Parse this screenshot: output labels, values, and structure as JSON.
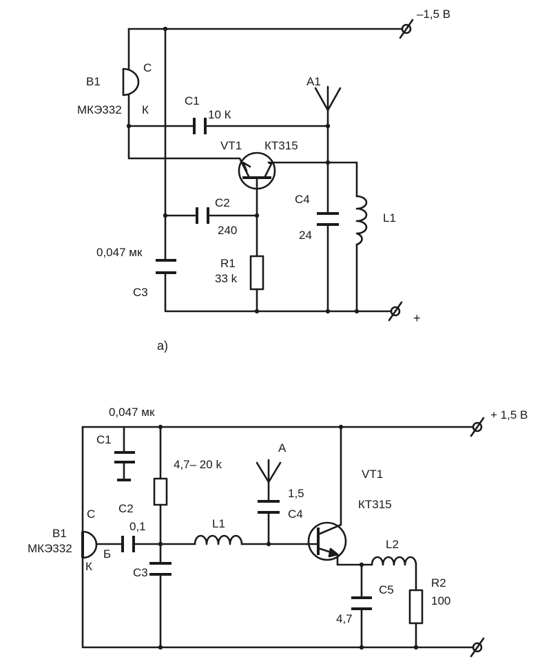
{
  "diagram_a": {
    "caption": "а)",
    "supply_minus": "–1,5 В",
    "supply_plus": "+",
    "mic_ref": "B1",
    "mic_model": "МКЭ332",
    "mic_pin_c": "С",
    "mic_pin_k": "К",
    "c1_ref": "C1",
    "c1_value": "10 К",
    "antenna_ref": "A1",
    "vt1_ref": "VT1",
    "vt1_model": "КТ315",
    "c2_ref": "C2",
    "c2_value": "240",
    "c4_ref": "C4",
    "c4_value": "24",
    "l1_ref": "L1",
    "c3_value": "0,047 мк",
    "c3_ref": "C3",
    "r1_ref": "R1",
    "r1_value": "33 k"
  },
  "diagram_b": {
    "c1_value": "0,047 мк",
    "supply_plus": "+ 1,5 В",
    "c1_ref": "C1",
    "r1_value": "4,7– 20 k",
    "antenna_ref": "A",
    "c4_value": "1,5",
    "c4_ref": "C4",
    "vt1_ref": "VT1",
    "vt1_model": "КТ315",
    "c2_ref": "C2",
    "c2_value": "0,1",
    "mic_pin_c": "С",
    "mic_ref": "B1",
    "mic_model": "МКЭ332",
    "mic_pin_b": "Б",
    "mic_pin_k": "К",
    "l1_ref": "L1",
    "l2_ref": "L2",
    "c3_ref": "C3",
    "c5_ref": "C5",
    "c5_value": "4,7",
    "r2_ref": "R2",
    "r2_value": "100"
  }
}
